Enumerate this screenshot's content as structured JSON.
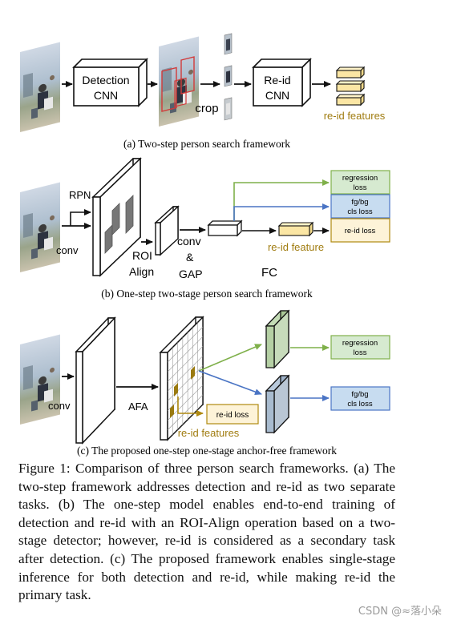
{
  "panel_a": {
    "detection_label_1": "Detection",
    "detection_label_2": "CNN",
    "crop_label": "crop",
    "reid_label_1": "Re-id",
    "reid_label_2": "CNN",
    "features_label": "re-id features",
    "caption": "(a) Two-step person search framework"
  },
  "panel_b": {
    "rpn_label": "RPN",
    "conv_label": "conv",
    "roi_label_1": "ROI",
    "roi_label_2": "Align",
    "gap_label_1": "conv",
    "gap_label_2": "&",
    "gap_label_3": "GAP",
    "fc_label": "FC",
    "feature_label": "re-id feature",
    "regression_label_1": "regression",
    "regression_label_2": "loss",
    "fgbg_label_1": "fg/bg",
    "fgbg_label_2": "cls loss",
    "reid_loss_label": "re-id loss",
    "caption": "(b) One-step two-stage person search framework"
  },
  "panel_c": {
    "conv_label": "conv",
    "afa_label": "AFA",
    "regression_label_1": "regression",
    "regression_label_2": "loss",
    "fgbg_label_1": "fg/bg",
    "fgbg_label_2": "cls loss",
    "reid_loss_label": "re-id loss",
    "features_label": "re-id features",
    "caption": "(c) The proposed one-step one-stage anchor-free framework"
  },
  "figure_caption": "Figure 1: Comparison of three person search frameworks. (a) The two-step framework addresses detection and re-id as two separate tasks. (b) The one-step model enables end-to-end training of detection and re-id with an ROI-Align operation based on a two-stage detector; however, re-id is considered as a secondary task after detection. (c) The proposed framework enables single-stage inference for both detection and re-id, while making re-id the primary task.",
  "watermark": "CSDN @≈落小朵",
  "colors": {
    "green_arrow": "#7fb04a",
    "blue_arrow": "#4a74c4",
    "gold_arrow": "#b08a10",
    "green_box": "#d6ead0",
    "blue_box": "#c7dcf0",
    "cream_box": "#fdf3d8",
    "feature_fill": "#fbecb8",
    "feature_label": "#a07c10"
  }
}
